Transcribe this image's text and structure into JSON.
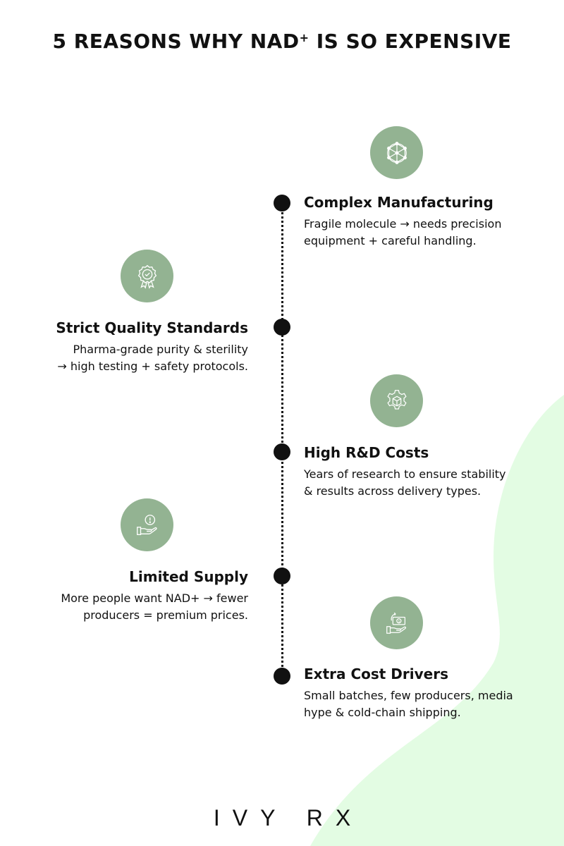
{
  "title": "5 REASONS WHY NAD+ IS SO EXPENSIVE",
  "brand": "IVY RX",
  "colors": {
    "icon_circle": "#93b392",
    "blob": "#e3fce3",
    "line": "#111111"
  },
  "reasons": [
    {
      "heading": "Complex Manufacturing",
      "text_line1": "Fragile molecule → needs precision",
      "text_line2": "equipment + careful handling.",
      "icon": "molecule-network-icon",
      "side": "right"
    },
    {
      "heading": "Strict Quality Standards",
      "text_line1": "Pharma-grade purity & sterility",
      "text_line2": "→ high testing + safety protocols.",
      "icon": "award-badge-icon",
      "side": "left"
    },
    {
      "heading": "High R&D Costs",
      "text_line1": "Years of research to ensure stability",
      "text_line2": "& results across delivery types.",
      "icon": "gear-cube-icon",
      "side": "right"
    },
    {
      "heading": "Limited Supply",
      "text_line1": "More people want NAD+ → fewer",
      "text_line2": "producers = premium prices.",
      "icon": "hand-alert-icon",
      "side": "left"
    },
    {
      "heading": "Extra Cost Drivers",
      "text_line1": "Small batches, few producers, media",
      "text_line2": "hype & cold-chain shipping.",
      "icon": "hand-money-icon",
      "side": "right"
    }
  ]
}
